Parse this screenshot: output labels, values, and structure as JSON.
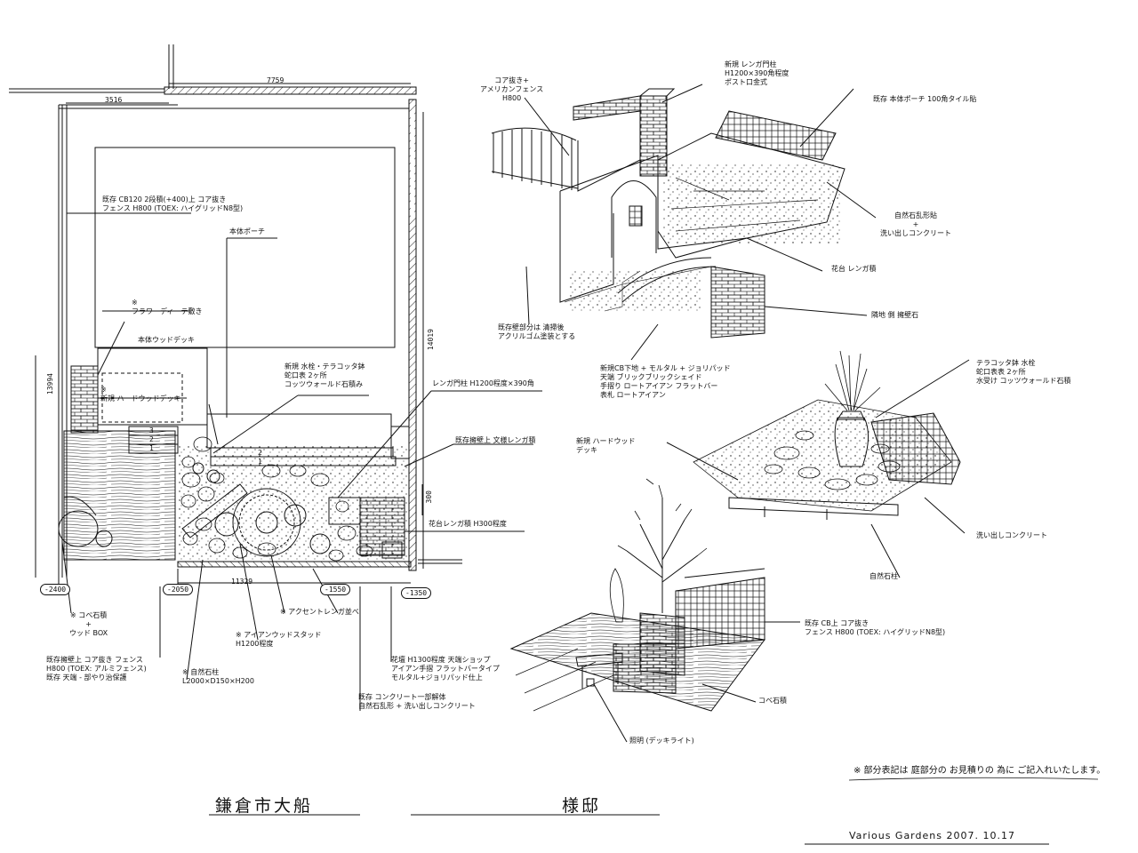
{
  "plan": {
    "dims": {
      "top_total": "7759",
      "top_left": "3516",
      "left_total": "13994",
      "right_total": "14019",
      "bottom_total": "11329",
      "small_300": "300"
    },
    "levels": [
      "-2400",
      "-2050",
      "-1550",
      "-1350"
    ],
    "steps": [
      "3",
      "2",
      "1",
      "2",
      "1"
    ],
    "labels": {
      "existing_fence": "既存 CB120 2段積(+400)上 コア抜き\nフェンス H800 (TOEX: ハイグリッドN8型)",
      "house_porch": "本体ポーチ",
      "pergola_note": "※\nフラワーディーテ敷き",
      "wood_deck": "本体ウッドデッキ",
      "hardwood_deck": "※\n新規 ハードウッドデッキ",
      "faucet": "新規 水栓・テラコッタ鉢\n蛇口表 2ヶ所\nコッツウォールド石積み",
      "brick_pillar": "レンガ門柱 H1200程度×390角",
      "existing_wall": "既存擁壁上 文様レンガ積",
      "flower_bed": "花台レンガ積 H300程度",
      "kobe_stone": "※ コベ石積\n+\nウッド BOX",
      "existing_wall_fence": "既存擁壁上 コア抜き フェンス\nH800 (TOEX: アルミフェンス)\n既存 天端 - 部やり治保護",
      "natural_stone": "※ 自然石柱\nL2000×D150×H200",
      "iron_stud": "※ アイアンウッドスタッド\nH1200程度",
      "accent_brick": "※ アクセントレンガ並べ",
      "planter": "花壇 H1300程度 天端ショップ\nアイアン手摺 フラットバータイプ\nモルタル+ジョリパッド仕上",
      "concrete_note": "既存 コンクリート一部解体\n自然石乱形 + 洗い出しコンクリート"
    }
  },
  "sketch_top": {
    "core_fence": "コア抜き+\nアメリカンフェンス\nH800",
    "brick_gate": "新規 レンガ門柱\nH1200×390角程度\nポスト口金式",
    "porch_tile": "既存 本体ポーチ 100角タイル貼",
    "flagstone": "自然石乱形貼\n+\n洗い出しコンクリート",
    "flower_brick": "花台 レンガ積",
    "neighbor_wall": "隣地 側 擁壁石",
    "wall_paint": "既存壁部分は 清掃後\nアクリルゴム塗装とする",
    "new_cb": "新規CB下地 + モルタル + ジョリパッド\n天端 ブリックブリックシェイド\n手摺り ロートアイアン フラットバー\n表札 ロートアイアン"
  },
  "sketch_mid": {
    "faucet": "テラコッタ鉢 水栓\n蛇口表表 2ヶ所\n水受け コッツウォールド石積",
    "hardwood": "新規 ハードウッド\nデッキ",
    "washed": "洗い出しコンクリート",
    "stone_pillar": "自然石柱"
  },
  "sketch_bot": {
    "fence": "既存 CB上 コア抜き\nフェンス H800 (TOEX: ハイグリッドN8型)",
    "kobe": "コベ石積",
    "light": "照明 (デッキライト)"
  },
  "note": "※ 部分表記は 庭部分の お見積りの 為に ご記入れいたします。",
  "title_left": "鎌倉市大船",
  "title_right": "様邸",
  "footer": "Various Gardens 2007. 10.17"
}
